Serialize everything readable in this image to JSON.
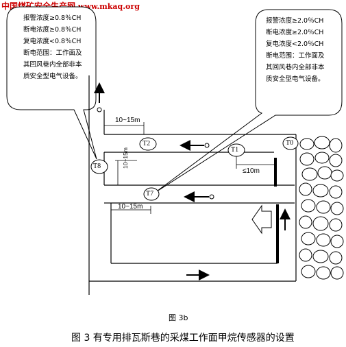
{
  "watermark": {
    "site_name": "中国煤矿安全生产网",
    "url": "www.mkaq.org"
  },
  "left_callout": {
    "lines": [
      "报警浓度≥0.8％CH",
      "断电浓度≥0.8％CH",
      "复电浓度<0.8％CH",
      "断电范围：工作面及",
      "其回风巷内全部非本",
      "质安全型电气设备。"
    ]
  },
  "right_callout": {
    "lines": [
      "报警浓度≥2.0％CH",
      "断电浓度≥2.0％CH",
      "复电浓度<2.0％CH",
      "断电范围：工作面及",
      "其回风巷内全部非本",
      "质安全型电气设备。"
    ]
  },
  "sensors": {
    "t0": "T0",
    "t1": "T1",
    "t2": "T2",
    "t7": "T7",
    "t8": "T8"
  },
  "dimensions": {
    "top_offset": "10~15m",
    "mid_offset": "10~15m",
    "vertical_offset": "10~15m",
    "t1_distance": "≤10m"
  },
  "captions": {
    "figure_label": "图 3b",
    "figure_title": "图 3 有专用排瓦斯巷的采煤工作面甲烷传感器的设置"
  }
}
